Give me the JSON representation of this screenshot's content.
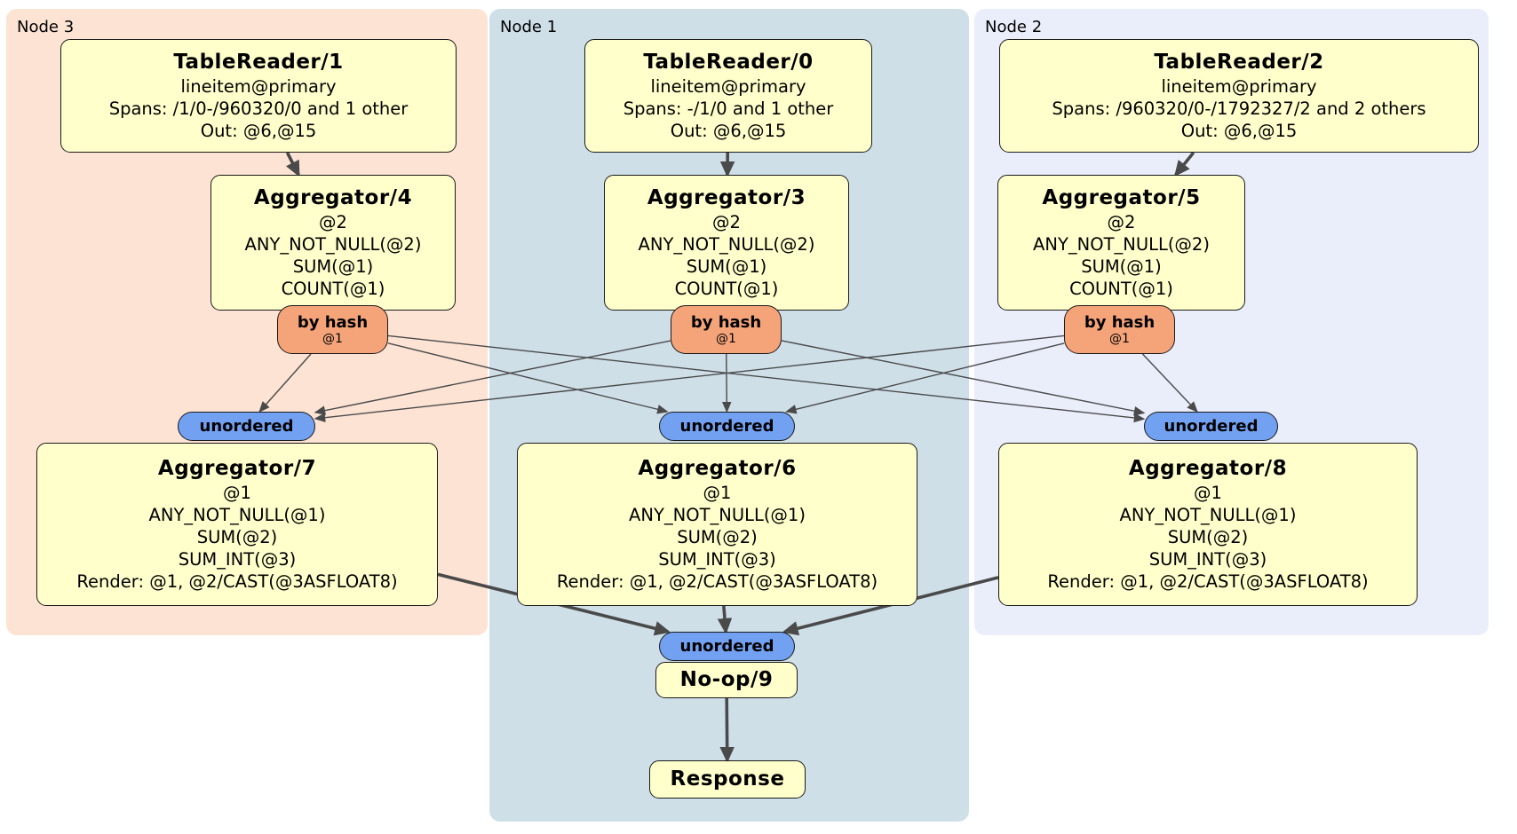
{
  "regions": {
    "node3": {
      "label": "Node 3"
    },
    "node1": {
      "label": "Node 1"
    },
    "node2": {
      "label": "Node 2"
    }
  },
  "nodes": {
    "tr1": {
      "title": "TableReader/1",
      "lines": [
        "lineitem@primary",
        "Spans: /1/0-/960320/0 and 1 other",
        "Out: @6,@15"
      ]
    },
    "tr0": {
      "title": "TableReader/0",
      "lines": [
        "lineitem@primary",
        "Spans: -/1/0 and 1 other",
        "Out: @6,@15"
      ]
    },
    "tr2": {
      "title": "TableReader/2",
      "lines": [
        "lineitem@primary",
        "Spans: /960320/0-/1792327/2 and 2 others",
        "Out: @6,@15"
      ]
    },
    "agg4": {
      "title": "Aggregator/4",
      "lines": [
        "@2",
        "ANY_NOT_NULL(@2)",
        "SUM(@1)",
        "COUNT(@1)"
      ]
    },
    "agg3": {
      "title": "Aggregator/3",
      "lines": [
        "@2",
        "ANY_NOT_NULL(@2)",
        "SUM(@1)",
        "COUNT(@1)"
      ]
    },
    "agg5": {
      "title": "Aggregator/5",
      "lines": [
        "@2",
        "ANY_NOT_NULL(@2)",
        "SUM(@1)",
        "COUNT(@1)"
      ]
    },
    "agg7": {
      "title": "Aggregator/7",
      "lines": [
        "@1",
        "ANY_NOT_NULL(@1)",
        "SUM(@2)",
        "SUM_INT(@3)",
        "Render: @1, @2/CAST(@3ASFLOAT8)"
      ]
    },
    "agg6": {
      "title": "Aggregator/6",
      "lines": [
        "@1",
        "ANY_NOT_NULL(@1)",
        "SUM(@2)",
        "SUM_INT(@3)",
        "Render: @1, @2/CAST(@3ASFLOAT8)"
      ]
    },
    "agg8": {
      "title": "Aggregator/8",
      "lines": [
        "@1",
        "ANY_NOT_NULL(@1)",
        "SUM(@2)",
        "SUM_INT(@3)",
        "Render: @1, @2/CAST(@3ASFLOAT8)"
      ]
    },
    "noop": {
      "title": "No-op/9"
    },
    "resp": {
      "title": "Response"
    }
  },
  "routers": {
    "byhash4": {
      "label": "by hash",
      "detail": "@1"
    },
    "byhash3": {
      "label": "by hash",
      "detail": "@1"
    },
    "byhash5": {
      "label": "by hash",
      "detail": "@1"
    }
  },
  "syncs": {
    "uno7": {
      "label": "unordered"
    },
    "uno6": {
      "label": "unordered"
    },
    "uno8": {
      "label": "unordered"
    },
    "unoF": {
      "label": "unordered"
    }
  },
  "edges": [
    {
      "from": "tr1",
      "to": "agg4",
      "style": "thick"
    },
    {
      "from": "tr0",
      "to": "agg3",
      "style": "thick"
    },
    {
      "from": "tr2",
      "to": "agg5",
      "style": "thick"
    },
    {
      "from": "byhash4",
      "to": "uno7",
      "style": "thin"
    },
    {
      "from": "byhash4",
      "to": "uno6",
      "style": "thin"
    },
    {
      "from": "byhash4",
      "to": "uno8",
      "style": "thin"
    },
    {
      "from": "byhash3",
      "to": "uno7",
      "style": "thin"
    },
    {
      "from": "byhash3",
      "to": "uno6",
      "style": "thin"
    },
    {
      "from": "byhash3",
      "to": "uno8",
      "style": "thin"
    },
    {
      "from": "byhash5",
      "to": "uno7",
      "style": "thin"
    },
    {
      "from": "byhash5",
      "to": "uno6",
      "style": "thin"
    },
    {
      "from": "byhash5",
      "to": "uno8",
      "style": "thin"
    },
    {
      "from": "agg7",
      "to": "unoF",
      "style": "thick"
    },
    {
      "from": "agg6",
      "to": "unoF",
      "style": "thick"
    },
    {
      "from": "agg8",
      "to": "unoF",
      "style": "thick"
    },
    {
      "from": "noop",
      "to": "resp",
      "style": "thick"
    }
  ],
  "colors": {
    "region_node3": "#fce3d4",
    "region_node1": "#cfdfe8",
    "region_node2": "#e9eefa",
    "processor_fill": "#ffffcc",
    "router_fill": "#f5a47a",
    "sync_fill": "#72a1f2",
    "edge": "#4a4a4a"
  }
}
